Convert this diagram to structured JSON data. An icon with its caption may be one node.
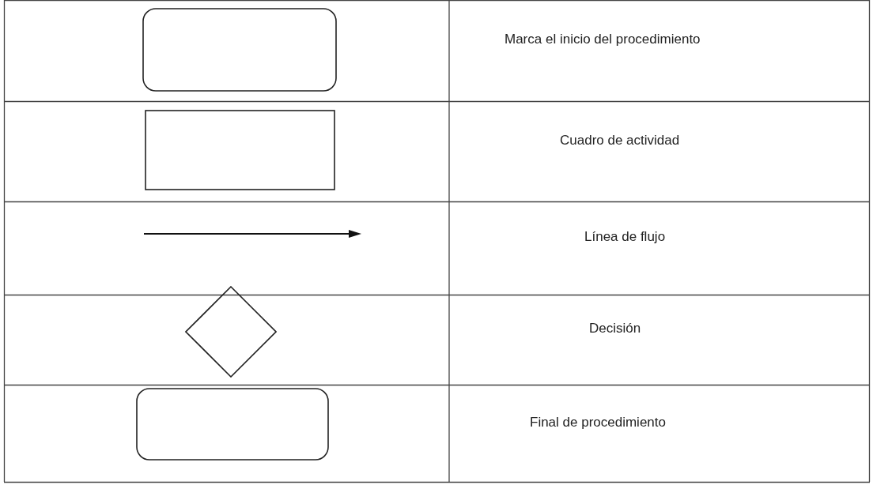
{
  "diagram": {
    "nodes": [
      {
        "text": [],
        "shape": "terminator"
      },
      {
        "text": [],
        "shape": "box"
      },
      {
        "text": [],
        "shape": "diamond"
      },
      {
        "text": [],
        "shape": "terminator"
      }
    ],
    "labels": [
      "Marca el inicio del procedimiento",
      "Cuadro de actividad",
      "Línea de flujo",
      "Decisión",
      "Final de procedimiento"
    ]
  }
}
